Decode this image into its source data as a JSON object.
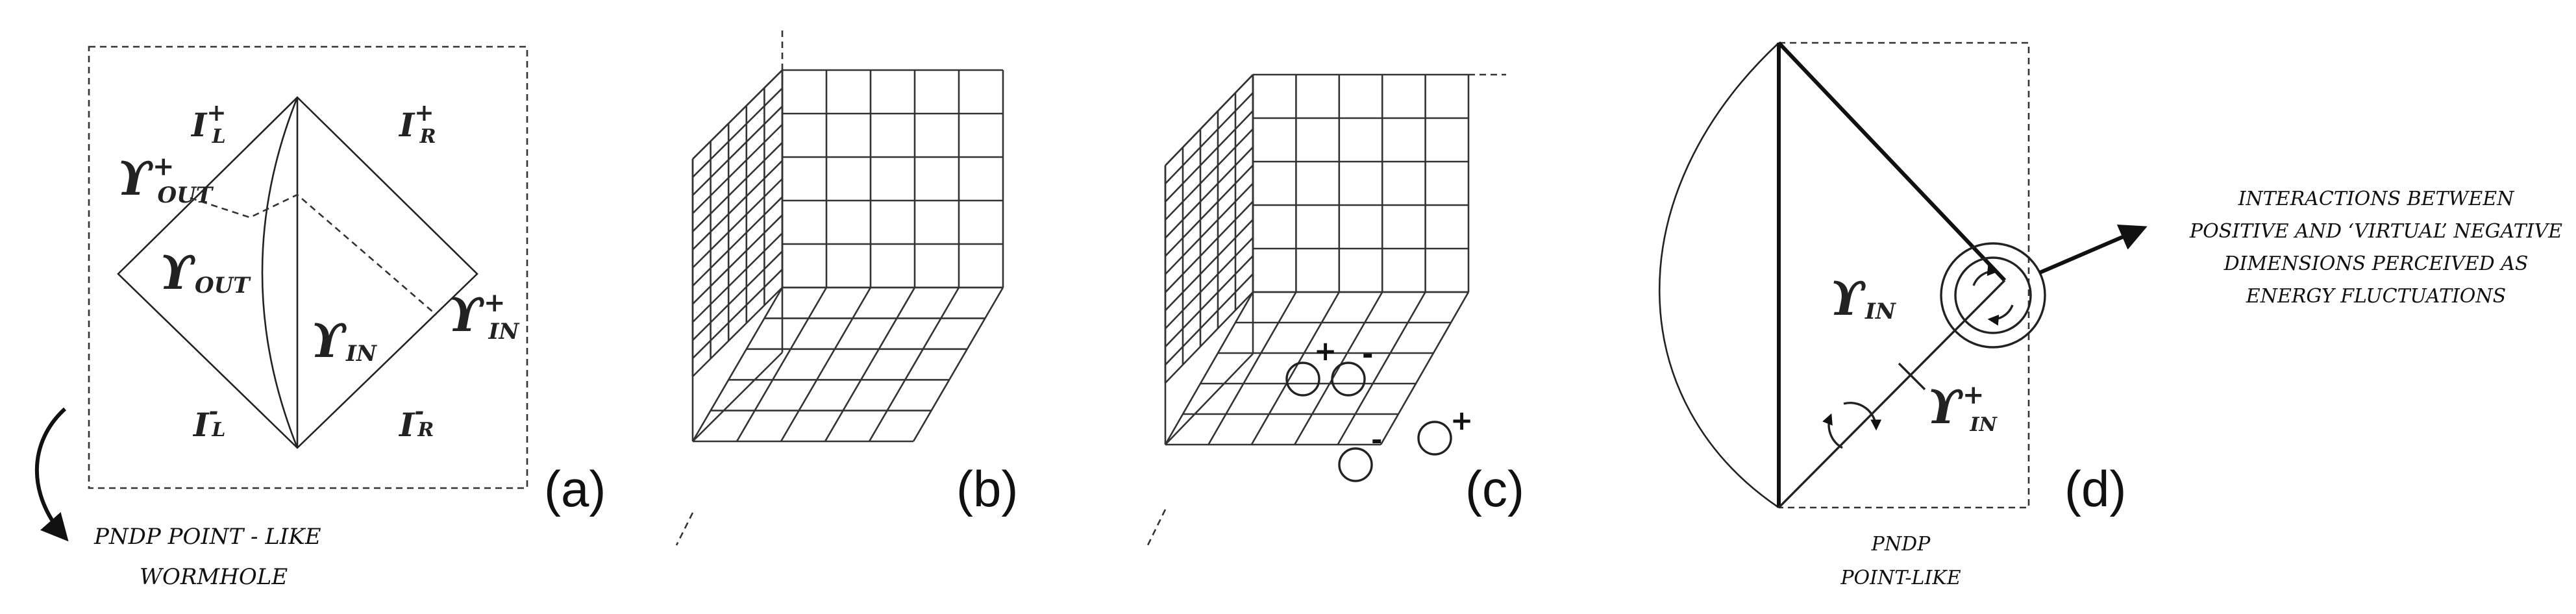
{
  "panels": {
    "a": {
      "label": "(a)",
      "regions": {
        "i_plus_l": {
          "base": "I",
          "sup": "+",
          "sub": "L"
        },
        "i_plus_r": {
          "base": "I",
          "sup": "+",
          "sub": "R"
        },
        "i_minus_l": {
          "base": "I",
          "sup": "-",
          "sub": "L"
        },
        "i_minus_r": {
          "base": "I",
          "sup": "-",
          "sub": "R"
        },
        "upsilon_out_plus": {
          "base": "ϒ",
          "sup": "+",
          "sub": "OUT"
        },
        "upsilon_out": {
          "base": "ϒ",
          "sub": "OUT"
        },
        "upsilon_in": {
          "base": "ϒ",
          "sub": "IN"
        },
        "upsilon_in_plus": {
          "base": "ϒ",
          "sup": "+",
          "sub": "IN"
        }
      },
      "caption_lines": [
        "PNDP POINT - LIKE",
        "WORMHOLE"
      ]
    },
    "b": {
      "label": "(b)"
    },
    "c": {
      "label": "(c)",
      "charges": [
        "+",
        "-",
        "-",
        "+"
      ]
    },
    "d": {
      "label": "(d)",
      "upsilon_in": {
        "base": "ϒ",
        "sub": "IN"
      },
      "upsilon_in_plus": {
        "base": "ϒ",
        "sup": "+",
        "sub": "IN"
      },
      "caption_lines": [
        "PNDP",
        "POINT-LIKE"
      ],
      "annotation_lines": [
        "INTERACTIONS BETWEEN",
        "POSITIVE AND ‘VIRTUAL’ NEGATIVE",
        "DIMENSIONS PERCEIVED AS",
        "ENERGY FLUCTUATIONS"
      ]
    }
  }
}
